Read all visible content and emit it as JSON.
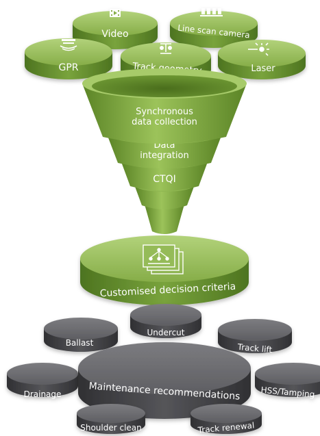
{
  "sensors": {
    "video": "Video",
    "line_scan_camera": "Line scan camera",
    "gpr": "GPR",
    "track_geometry": "Track geometry",
    "laser": "Laser"
  },
  "funnel": {
    "stage1_line1": "Synchronous",
    "stage1_line2": "data collection",
    "stage2_line1": "Data",
    "stage2_line2": "integration",
    "stage3": "CTQI"
  },
  "decision": {
    "label": "Customised decision criteria"
  },
  "outputs": {
    "undercut": "Undercut",
    "ballast": "Ballast",
    "track_lift": "Track lift",
    "drainage": "Drainage",
    "maintenance": "Maintenance recommendations",
    "hss_tamping": "HSS/Tamping",
    "shoulder_clean": "Shoulder clean",
    "track_renewal": "Track renewal"
  },
  "colors": {
    "green_top": "#9cc160",
    "green_side": "#5f8a2a",
    "green_dark": "#4a7020",
    "gray_top": "#707074",
    "gray_side": "#4a4a4e",
    "gray_dark": "#38383b"
  },
  "icons": {
    "video": "film-icon",
    "line_scan_camera": "camera-array-icon",
    "gpr": "radar-icon",
    "track_geometry": "measurement-icon",
    "laser": "laser-icon",
    "decision": "decision-tree-icon"
  }
}
